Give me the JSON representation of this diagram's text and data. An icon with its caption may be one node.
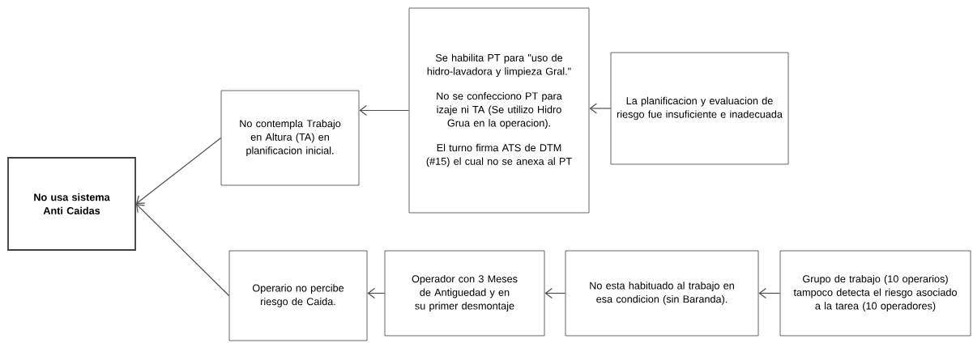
{
  "diagram": {
    "nodes": [
      {
        "text": [
          "No usa sistema Anti Caidas"
        ]
      },
      {
        "text": [
          "No contempla Trabajo en Altura (TA) en planificacion inicial."
        ]
      },
      {
        "text": [
          "Se habilita PT para \"uso de hidro-lavadora y limpieza Gral.\"",
          "No se confecciono PT para izaje ni TA (Se utilizo Hidro Grua en la operacion).",
          "El turno firma ATS de DTM (#15) el cual no se anexa al PT"
        ]
      },
      {
        "text": [
          "La planificacion y evaluacion de riesgo fue insuficiente e inadecuada"
        ]
      },
      {
        "text": [
          "Operario no percibe riesgo de Caida."
        ]
      },
      {
        "text": [
          "Operador con 3 Meses de Antiguedad y en su primer desmontaje"
        ]
      },
      {
        "text": [
          "No esta habituado al trabajo en esa condicion (sin Baranda)."
        ]
      },
      {
        "text": [
          "Grupo de trabajo (10 operarios) tampoco detecta el riesgo asociado a la tarea (10 operadores)"
        ]
      }
    ],
    "edges": [
      {
        "from": 1,
        "to": 0,
        "arrow": "to"
      },
      {
        "from": 4,
        "to": 0,
        "arrow": "to"
      },
      {
        "from": 2,
        "to": 1,
        "arrow": "to"
      },
      {
        "from": 3,
        "to": 2,
        "arrow": "to"
      },
      {
        "from": 5,
        "to": 4,
        "arrow": "to"
      },
      {
        "from": 6,
        "to": 5,
        "arrow": "to"
      },
      {
        "from": 7,
        "to": 6,
        "arrow": "to"
      }
    ]
  }
}
